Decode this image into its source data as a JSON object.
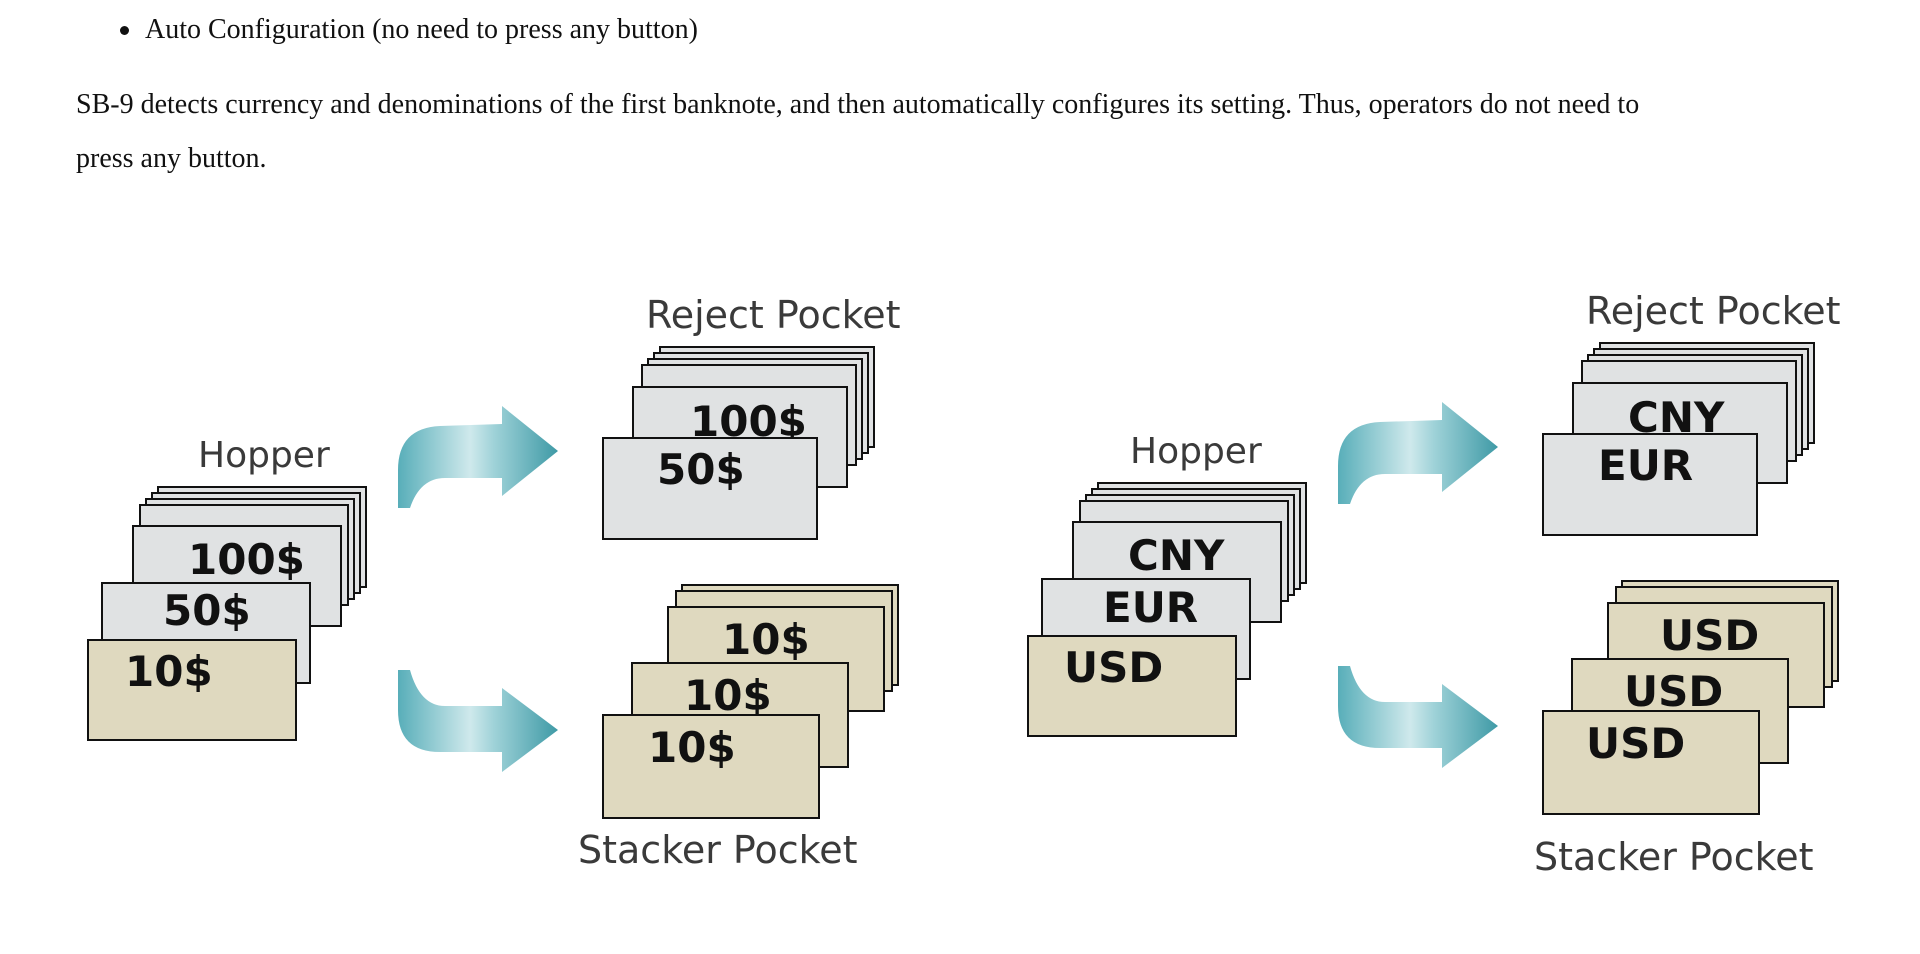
{
  "bullet": {
    "text": "Auto Configuration (no need to press any button)"
  },
  "paragraph": {
    "line1": "SB-9 detects currency and denominations of the first banknote, and then automatically configures its setting.  Thus, operators do not need to",
    "line2": "press any button."
  },
  "diagrams": {
    "left": {
      "hopper_label": "Hopper",
      "reject_label": "Reject Pocket",
      "stacker_label": "Stacker Pocket",
      "hopper_notes": [
        "100$",
        "50$",
        "10$"
      ],
      "reject_notes": [
        "100$",
        "50$"
      ],
      "stacker_notes": [
        "10$",
        "10$",
        "10$"
      ]
    },
    "right": {
      "hopper_label": "Hopper",
      "reject_label": "Reject Pocket",
      "stacker_label": "Stacker Pocket",
      "hopper_notes": [
        "CNY",
        "EUR",
        "USD"
      ],
      "reject_notes": [
        "CNY",
        "EUR"
      ],
      "stacker_notes": [
        "USD",
        "USD",
        "USD"
      ]
    }
  },
  "colors": {
    "note_gray": "#e0e2e3",
    "note_tan": "#dfd9bf",
    "arrow_teal": "#5fb3bd",
    "arrow_light": "#cfe9ec",
    "label_gray": "#3a3a3a"
  }
}
